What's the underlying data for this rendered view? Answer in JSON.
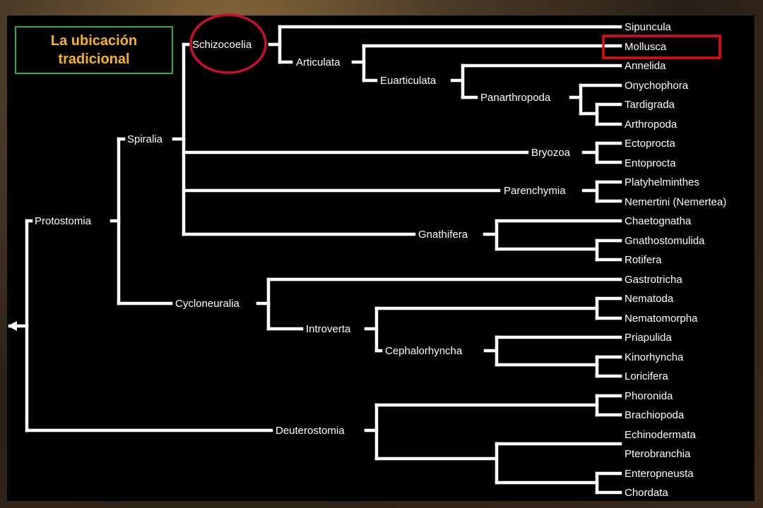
{
  "title_box": {
    "line1": "La ubicación",
    "line2": "tradicional"
  },
  "tree": {
    "internal_nodes": {
      "protostomia": "Protostomia",
      "spiralia": "Spiralia",
      "schizocoelia": "Schizocoelia",
      "articulata": "Articulata",
      "euarticulata": "Euarticulata",
      "panarthropoda": "Panarthropoda",
      "bryozoa": "Bryozoa",
      "parenchymia": "Parenchymia",
      "gnathifera": "Gnathifera",
      "cycloneuralia": "Cycloneuralia",
      "introverta": "Introverta",
      "cephalorhyncha": "Cephalorhyncha",
      "deuterostomia": "Deuterostomia"
    },
    "leaves": [
      "Sipuncula",
      "Mollusca",
      "Annelida",
      "Onychophora",
      "Tardigrada",
      "Arthropoda",
      "Ectoprocta",
      "Entoprocta",
      "Platyhelminthes",
      "Nemertini (Nemertea)",
      "Chaetognatha",
      "Gnathostomulida",
      "Rotifera",
      "Gastrotricha",
      "Nematoda",
      "Nematomorpha",
      "Priapulida",
      "Kinorhyncha",
      "Loricifera",
      "Phoronida",
      "Brachiopoda",
      "Echinodermata",
      "Pterobranchia",
      "Enteropneusta",
      "Chordata"
    ]
  },
  "highlights": {
    "circle_color": "#c8102e",
    "box_color": "#e01010",
    "circled_node": "Schizocoelia",
    "boxed_leaf": "Mollusca"
  }
}
